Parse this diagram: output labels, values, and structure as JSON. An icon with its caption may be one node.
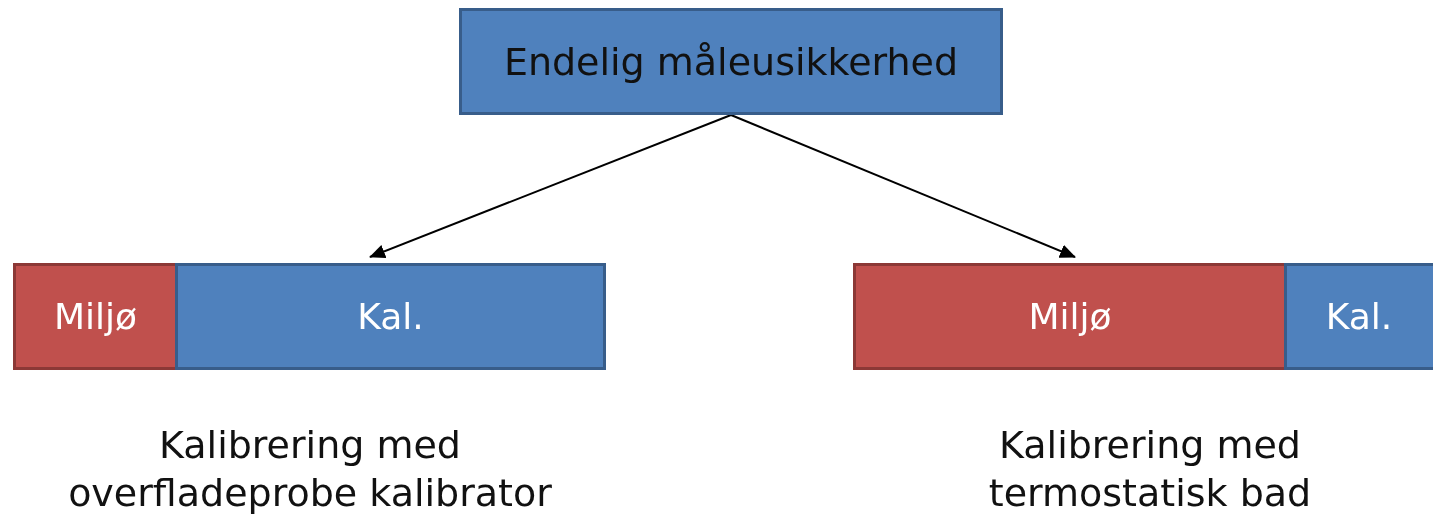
{
  "diagram": {
    "nodes": [
      {
        "text": [
          "Endelig måleusikkerhed"
        ]
      },
      {
        "text": [
          "Miljø"
        ]
      },
      {
        "text": [
          "Kal."
        ]
      },
      {
        "text": [
          "Miljø"
        ]
      },
      {
        "text": [
          "Kal."
        ]
      }
    ],
    "edges": [
      {
        "from": 0,
        "to": 2,
        "arrow": "to"
      },
      {
        "from": 0,
        "to": 3,
        "arrow": "to"
      }
    ],
    "labels": [
      "Kalibrering med overfladeprobe kalibrator",
      "Kalibrering med termostatisk bad"
    ]
  }
}
